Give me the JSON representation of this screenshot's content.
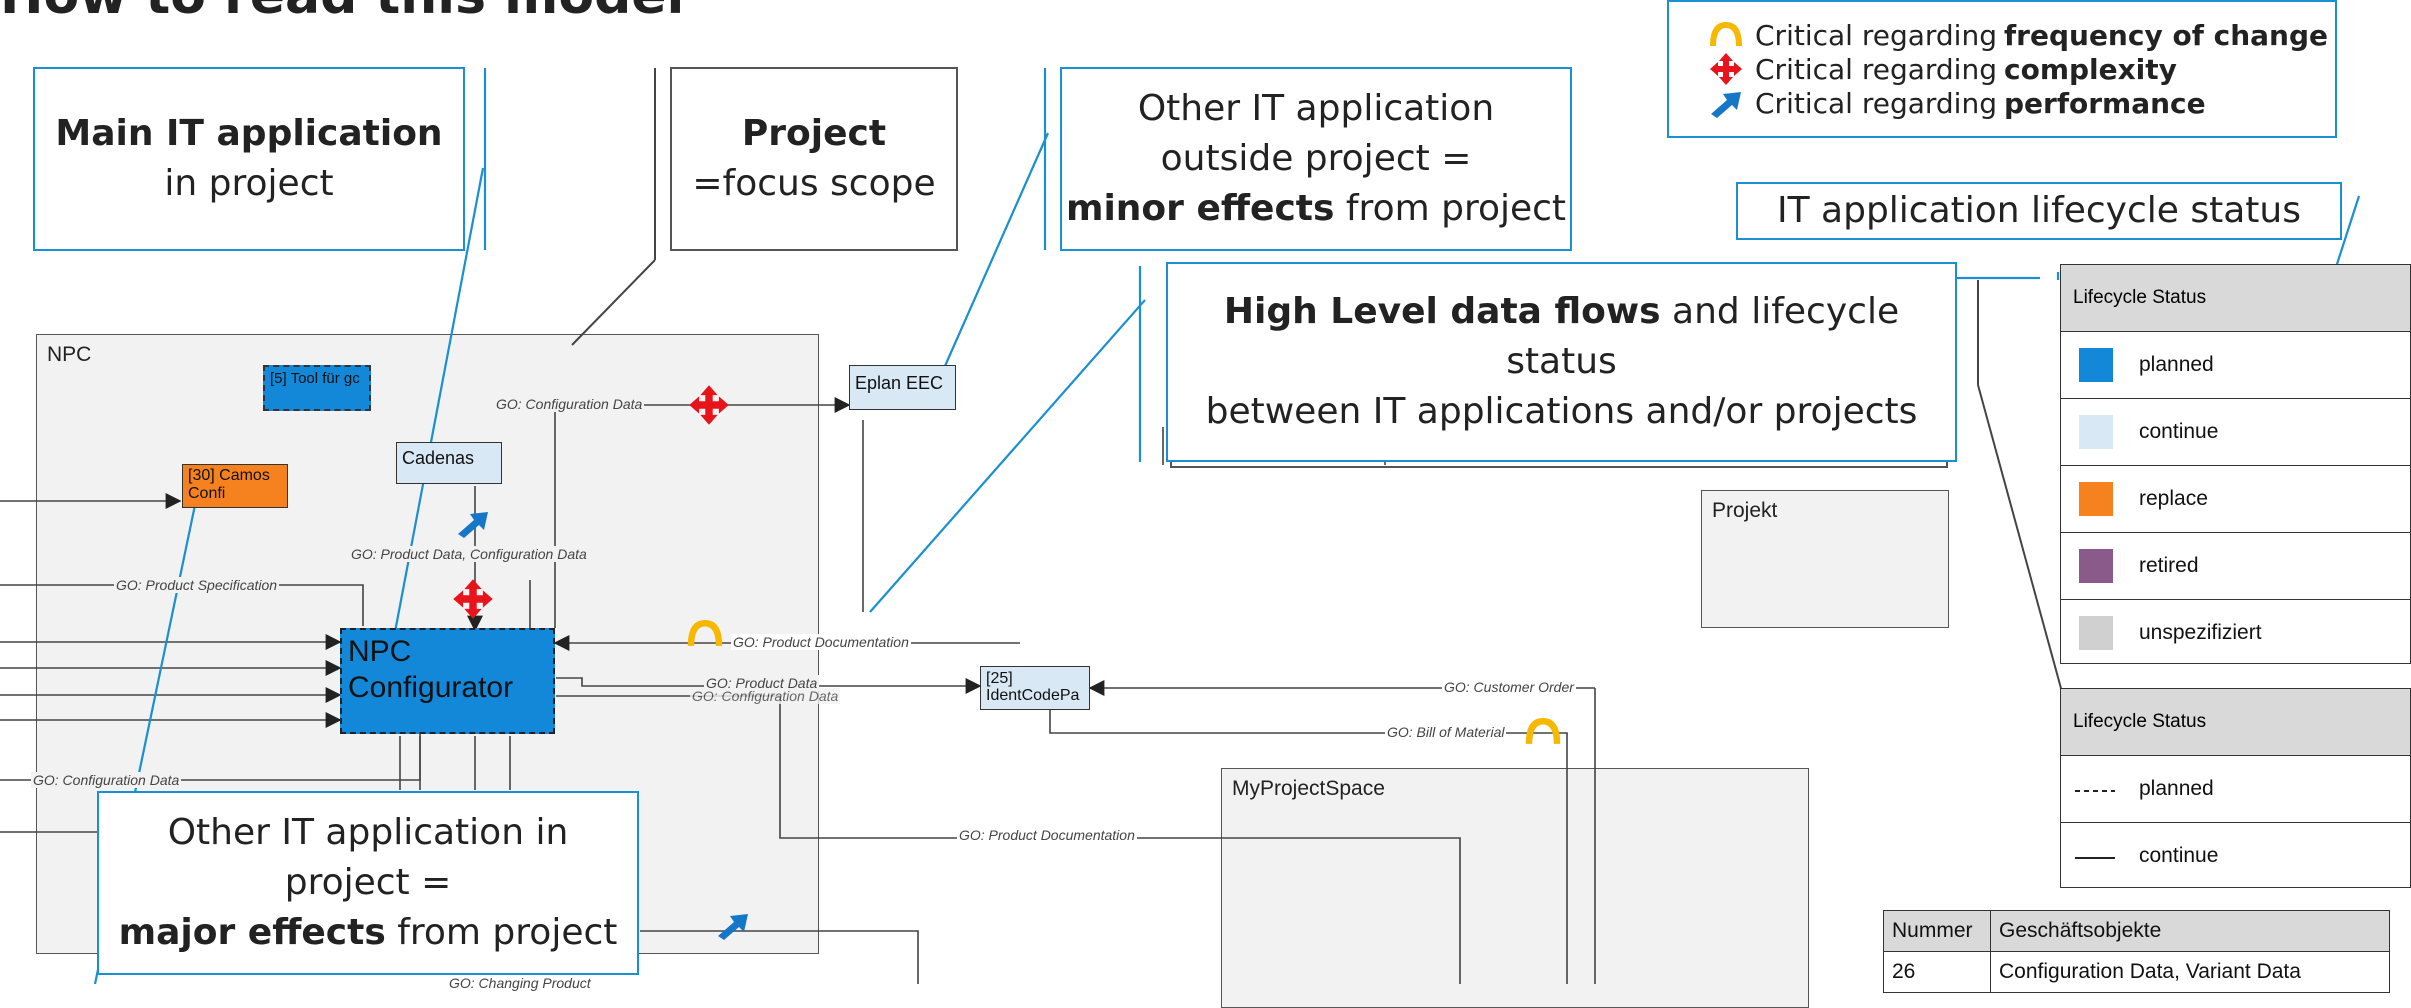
{
  "page": {
    "title": "How to read this model"
  },
  "callouts": {
    "main_app": {
      "line1": "Main IT application",
      "line2": "in project"
    },
    "project": {
      "line1": "Project",
      "line2": "=focus scope"
    },
    "other_outside": {
      "line1": "Other IT application",
      "line2": "outside project =",
      "line3_bold": "minor effects",
      "line3_rest": " from project"
    },
    "high_level": {
      "line1_bold": "High Level data flows",
      "line1_rest": " and lifecycle status",
      "line2": "between IT applications and/or projects"
    },
    "other_in": {
      "line1": "Other IT application in",
      "line2": "project =",
      "line3_bold": "major effects",
      "line3_rest": " from project"
    },
    "lifecycle_label": "IT application lifecycle status"
  },
  "critical_legend": [
    {
      "prefix": "Critical regarding ",
      "bold": "frequency of change",
      "icon": "arc-icon",
      "color": "#f6b800"
    },
    {
      "prefix": "Critical regarding ",
      "bold": "complexity",
      "icon": "cross-arrows-icon",
      "color": "#e8141b"
    },
    {
      "prefix": "Critical regarding ",
      "bold": "performance",
      "icon": "arrow-icon",
      "color": "#1677c8"
    }
  ],
  "scopes": {
    "npc": "NPC",
    "projekt": "Projekt",
    "myprojectspace": "MyProjectSpace"
  },
  "apps": {
    "tool": "[5] Tool für gc",
    "camos_1": "[30] Camos",
    "camos_2": "Confi",
    "cadenas": "Cadenas",
    "eplan": "Eplan EEC",
    "npc_1": "NPC",
    "npc_2": "Configurator",
    "ident_1": "[25]",
    "ident_2": "IdentCodePa"
  },
  "flows": {
    "config_data_top": "GO: Configuration Data",
    "product_config": "GO: Product Data, Configuration Data",
    "product_spec": "GO: Product Specification",
    "product_doc_1": "GO: Product Documentation",
    "product_data": "GO: Product Data",
    "config_data_mid": "GO: Configuration Data",
    "customer_order": "GO: Customer Order",
    "bill_of_material": "GO: Bill of Material",
    "config_data_left": "GO: Configuration Data",
    "product_doc_2": "GO: Product Documentation",
    "cut_bottom": "GO: Changing Product"
  },
  "lifecycle_status": {
    "header": "Lifecycle Status",
    "items": [
      {
        "label": "planned",
        "color": "#1488d8"
      },
      {
        "label": "continue",
        "color": "#d9e8f5"
      },
      {
        "label": "replace",
        "color": "#f5821f"
      },
      {
        "label": "retired",
        "color": "#8a5a8a"
      },
      {
        "label": "unspezifiziert",
        "color": "#d0d0d0"
      }
    ]
  },
  "line_status": {
    "header": "Lifecycle Status",
    "items": [
      {
        "label": "planned",
        "style": "dashed"
      },
      {
        "label": "continue",
        "style": "solid"
      }
    ]
  },
  "business_objects": {
    "col1": "Nummer",
    "col2": "Geschäftsobjekte",
    "rows": [
      {
        "nr": "26",
        "objects": "Configuration Data, Variant Data"
      }
    ]
  },
  "colors": {
    "accent": "#1a8fd1",
    "planned": "#1488d8",
    "continue": "#d9e8f5",
    "replace": "#f5821f"
  }
}
